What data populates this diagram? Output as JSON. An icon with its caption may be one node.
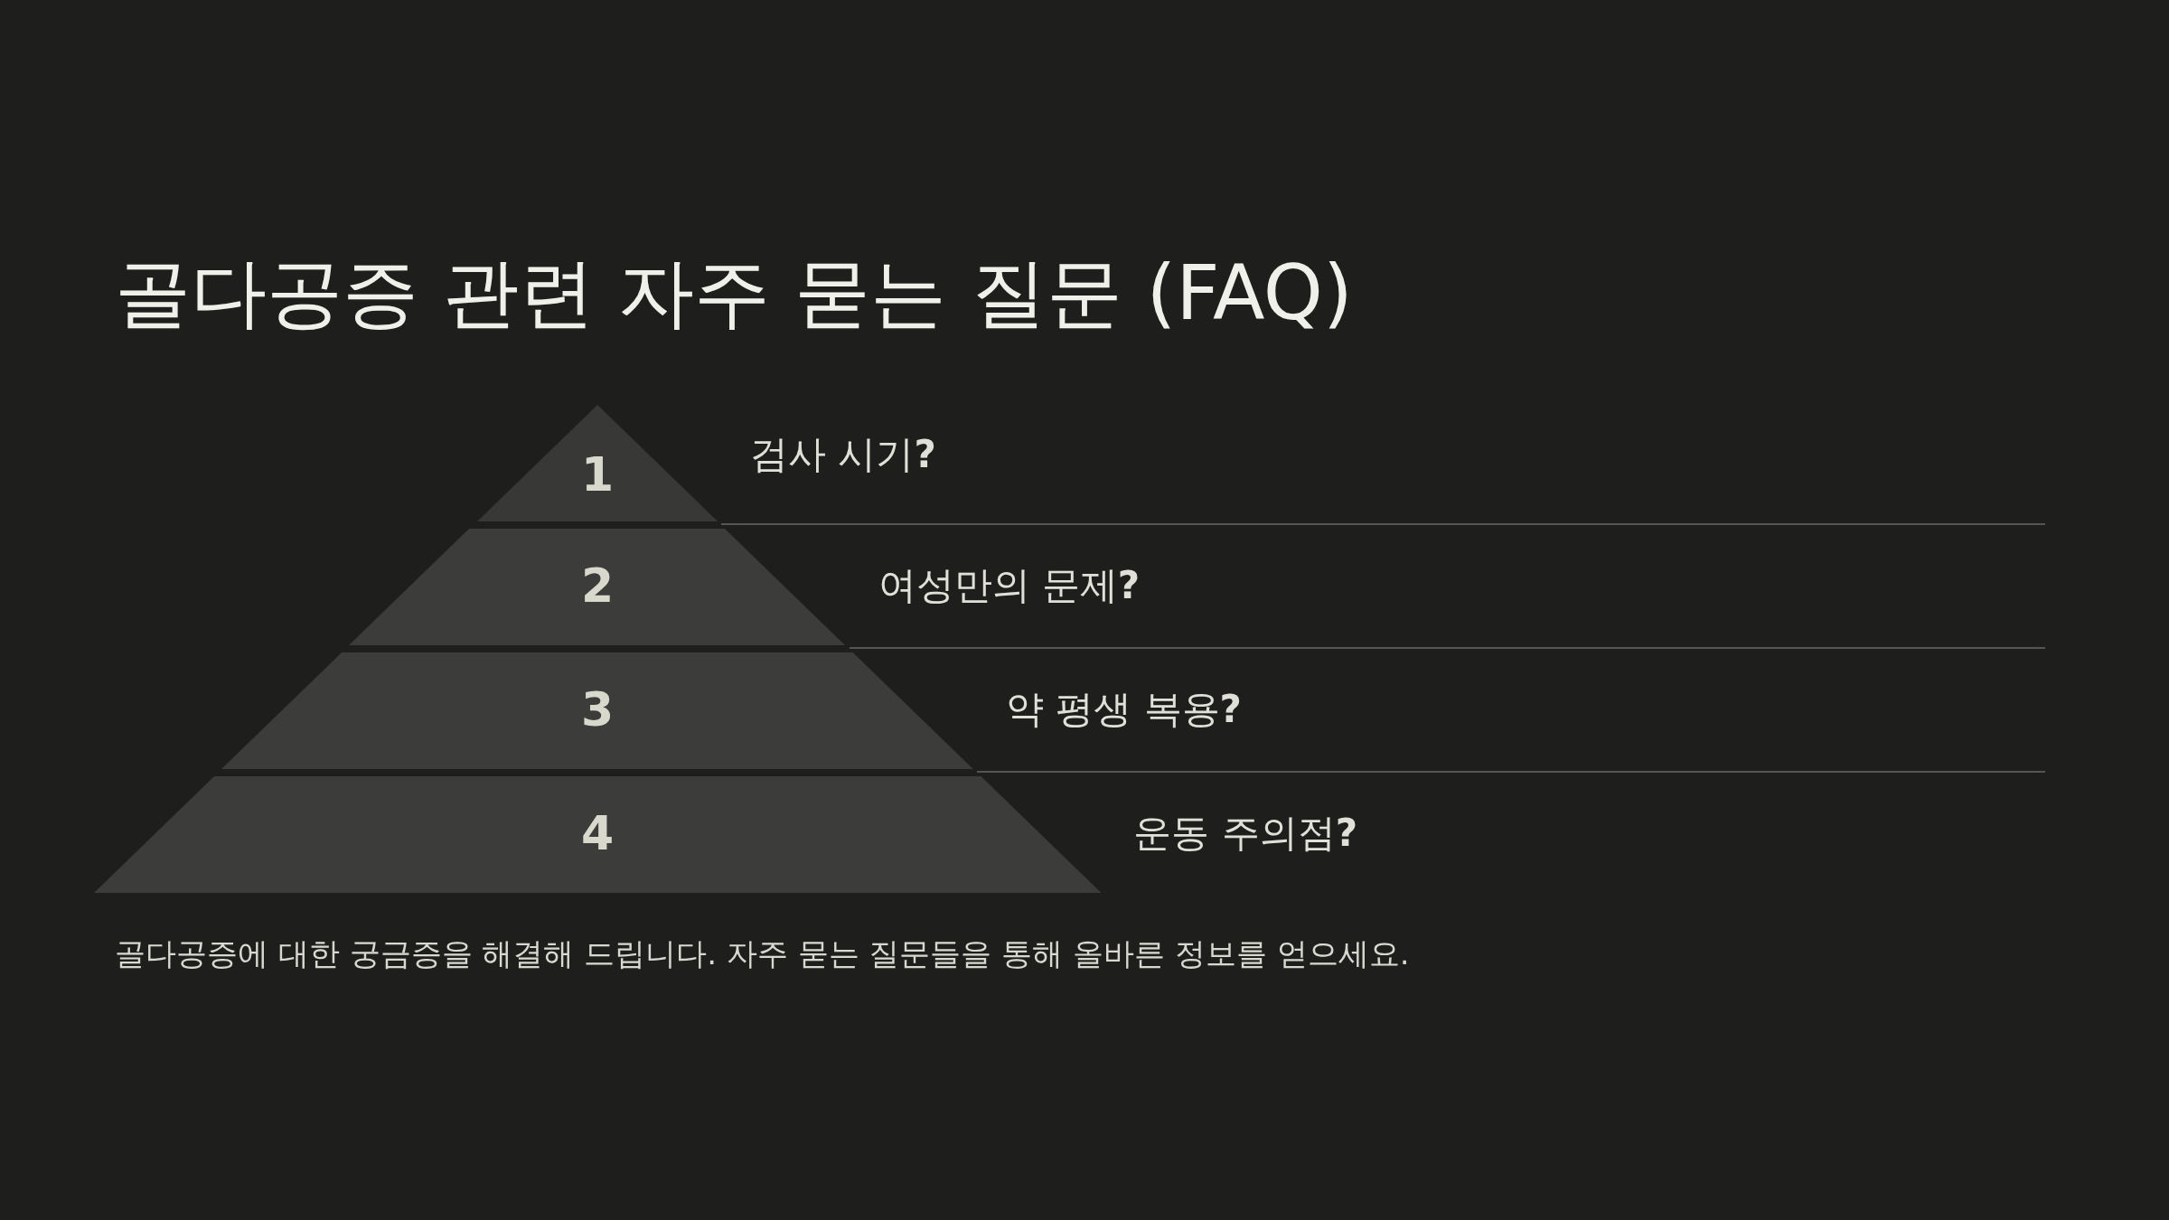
{
  "diagram": {
    "title": "골다공증 관련 자주 묻는 질문 (FAQ)",
    "nodes": [
      {
        "text": [
          "1"
        ],
        "beside": [
          "검사 시기**?**"
        ]
      },
      {
        "text": [
          "2"
        ],
        "beside": [
          "여성만의 문제**?**"
        ]
      },
      {
        "text": [
          "3"
        ],
        "beside": [
          "약 평생 복용**?**"
        ]
      },
      {
        "text": [
          "4"
        ],
        "beside": [
          "운동 주의점**?**"
        ]
      }
    ],
    "edges": [],
    "caption": "골다공증에 대한 궁금증을 해결해 드립니다. 자주 묻는 질문들을 통해 올바른 정보를 얻으세요."
  }
}
